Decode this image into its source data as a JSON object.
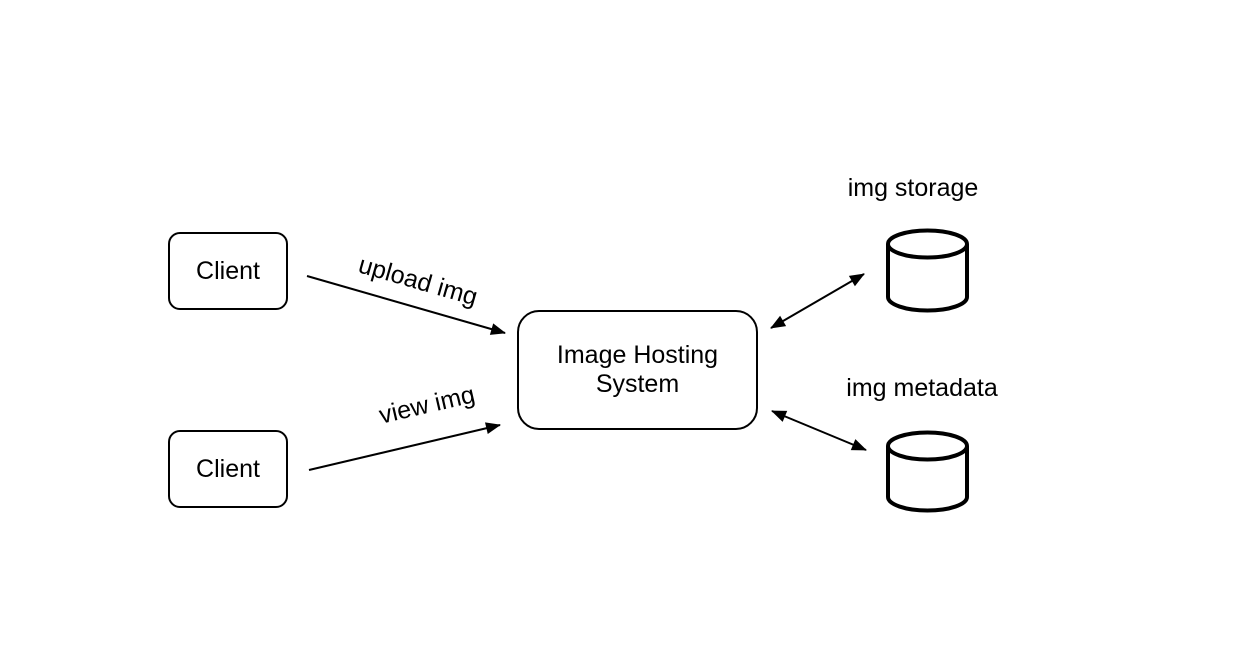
{
  "diagram": {
    "colors": {
      "background": "#ffffff",
      "stroke": "#000000",
      "text": "#000000"
    },
    "nodes": {
      "client_top": {
        "label": "Client",
        "shape": "rounded-rect"
      },
      "client_bottom": {
        "label": "Client",
        "shape": "rounded-rect"
      },
      "system": {
        "label": "Image Hosting\nSystem",
        "shape": "rounded-rect"
      },
      "img_storage": {
        "label": "img storage",
        "shape": "cylinder"
      },
      "img_metadata": {
        "label": "img metadata",
        "shape": "cylinder"
      }
    },
    "edges": [
      {
        "label": "upload img",
        "from": "client_top",
        "to": "system",
        "direction": "one-way"
      },
      {
        "label": "view img",
        "from": "client_bottom",
        "to": "system",
        "direction": "one-way"
      },
      {
        "label": "",
        "from": "system",
        "to": "img_storage",
        "direction": "two-way"
      },
      {
        "label": "",
        "from": "system",
        "to": "img_metadata",
        "direction": "two-way"
      }
    ]
  }
}
